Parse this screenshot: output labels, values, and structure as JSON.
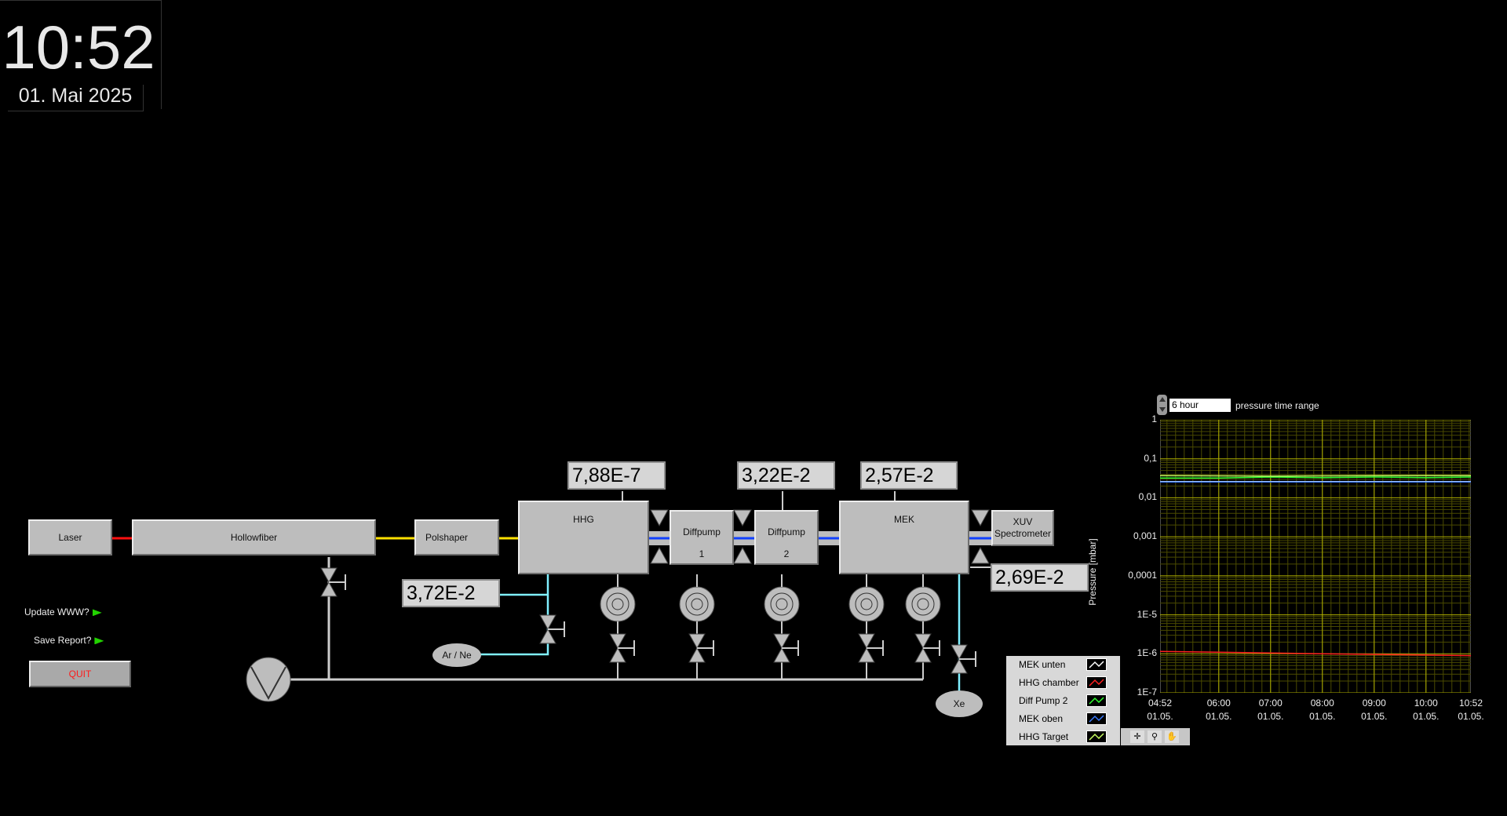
{
  "clock": {
    "time": "10:52",
    "date": "01. Mai 2025"
  },
  "components": {
    "laser": "Laser",
    "hollowfiber": "Hollowfiber",
    "polshaper": "Polshaper",
    "hhg": "HHG",
    "diffpump1_name": "Diffpump",
    "diffpump1_num": "1",
    "diffpump2_name": "Diffpump",
    "diffpump2_num": "2",
    "mek": "MEK",
    "xuv_line1": "XUV",
    "xuv_line2": "Spectrometer",
    "gas_ar_ne": "Ar / Ne",
    "gas_xe": "Xe"
  },
  "readouts": {
    "hhg_top": "7,88E-7",
    "diffpump2_top": "3,22E-2",
    "mek_top": "2,57E-2",
    "hhg_target": "3,72E-2",
    "mek_bottom": "2,69E-2"
  },
  "controls": {
    "update_www": "Update WWW?",
    "save_report": "Save Report?",
    "quit": "QUIT",
    "led_color": "#22d300",
    "quit_color": "#ff1a1a"
  },
  "chart_controls": {
    "time_range_value": "6 hour",
    "time_range_label": "pressure time range"
  },
  "legend": [
    {
      "name": "MEK unten",
      "color": "#ffffff"
    },
    {
      "name": "HHG chamber",
      "color": "#ff2020"
    },
    {
      "name": "Diff Pump 2",
      "color": "#30ff30"
    },
    {
      "name": "MEK oben",
      "color": "#3a7cff"
    },
    {
      "name": "HHG Target",
      "color": "#c8ff60"
    }
  ],
  "chart_data": {
    "type": "line",
    "ylabel": "Pressure [mbar]",
    "yscale": "log",
    "ylim": [
      1e-07,
      1
    ],
    "ytick_labels": [
      "1",
      "0,1",
      "0,01",
      "0,001",
      "0,0001",
      "1E-5",
      "1E-6",
      "1E-7"
    ],
    "xtick_labels": [
      [
        "04:52",
        "01.05."
      ],
      [
        "06:00",
        "01.05."
      ],
      [
        "07:00",
        "01.05."
      ],
      [
        "08:00",
        "01.05."
      ],
      [
        "09:00",
        "01.05."
      ],
      [
        "10:00",
        "01.05."
      ],
      [
        "10:52",
        "01.05."
      ]
    ],
    "xlim_hours": [
      4.867,
      10.867
    ],
    "grid": true,
    "series": [
      {
        "name": "MEK unten",
        "x": [
          4.867,
          10.867
        ],
        "y": [
          0.026,
          0.026
        ],
        "color": "#ffffff"
      },
      {
        "name": "HHG chamber",
        "x": [
          4.867,
          6.0,
          8.0,
          9.5,
          10.867
        ],
        "y": [
          1.15e-06,
          1.1e-06,
          1e-06,
          9.5e-07,
          9e-07
        ],
        "color": "#ff2020"
      },
      {
        "name": "Diff Pump 2",
        "x": [
          4.867,
          6.0,
          7.0,
          8.0,
          9.0,
          10.0,
          10.867
        ],
        "y": [
          0.032,
          0.032,
          0.034,
          0.033,
          0.034,
          0.033,
          0.034
        ],
        "color": "#30ff30"
      },
      {
        "name": "MEK oben",
        "x": [
          4.867,
          10.867
        ],
        "y": [
          0.0255,
          0.0255
        ],
        "color": "#3a7cff"
      },
      {
        "name": "HHG Target",
        "x": [
          4.867,
          7.0,
          9.0,
          10.867
        ],
        "y": [
          0.037,
          0.036,
          0.037,
          0.037
        ],
        "color": "#c8ff60"
      }
    ]
  }
}
